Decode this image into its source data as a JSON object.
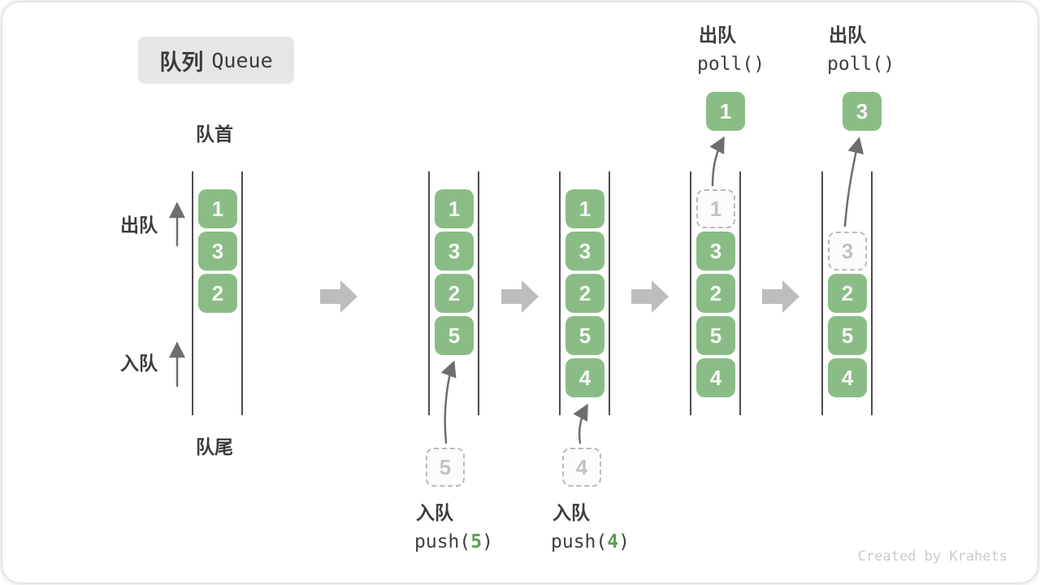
{
  "title": {
    "zh": "队列",
    "en": "Queue"
  },
  "labels": {
    "front": "队首",
    "rear": "队尾",
    "dequeue_side": "出队",
    "enqueue_side": "入队"
  },
  "operations": {
    "push5": {
      "label": "入队",
      "code_prefix": "push(",
      "arg": "5",
      "code_suffix": ")"
    },
    "push4": {
      "label": "入队",
      "code_prefix": "push(",
      "arg": "4",
      "code_suffix": ")"
    },
    "poll1": {
      "label": "出队",
      "code": "poll()"
    },
    "poll3": {
      "label": "出队",
      "code": "poll()"
    }
  },
  "states": [
    {
      "queue": [
        "1",
        "3",
        "2"
      ]
    },
    {
      "queue": [
        "1",
        "3",
        "2",
        "5"
      ],
      "incoming": "5"
    },
    {
      "queue": [
        "1",
        "3",
        "2",
        "5",
        "4"
      ],
      "incoming": "4"
    },
    {
      "queue": [
        "3",
        "2",
        "5",
        "4"
      ],
      "removed": "1"
    },
    {
      "queue": [
        "2",
        "5",
        "4"
      ],
      "removed": "3"
    }
  ],
  "watermark": "Created by Krahets",
  "colors": {
    "cell_green": "#8ABD86",
    "code_arg_green": "#5BA053",
    "rail_gray": "#4d4d4d",
    "thin_arrow_gray": "#6e6e6e",
    "block_arrow_gray": "#bdbdbd",
    "badge_bg": "#e6e6e6"
  }
}
